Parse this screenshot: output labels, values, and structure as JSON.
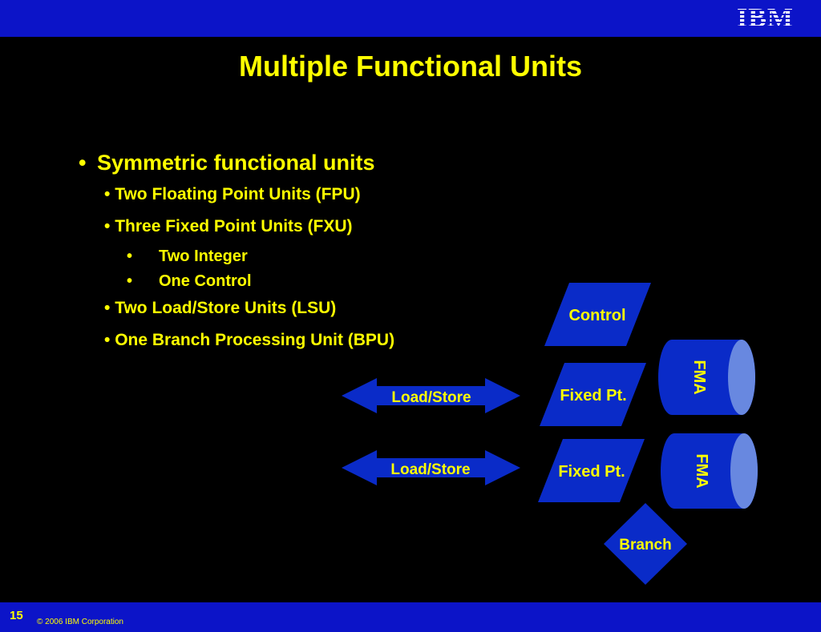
{
  "header": {
    "logo": "IBM"
  },
  "slide": {
    "title": "Multiple Functional Units",
    "bullets": {
      "main": "Symmetric functional units",
      "fpu": "Two Floating Point Units (FPU)",
      "fxu": "Three Fixed Point Units (FXU)",
      "fxu_integer": "Two Integer",
      "fxu_control": "One Control",
      "lsu": "Two Load/Store Units (LSU)",
      "bpu": "One Branch Processing Unit (BPU)"
    },
    "bullet_glyph": "•"
  },
  "diagram": {
    "control": "Control",
    "fixed_pt_1": "Fixed Pt.",
    "fixed_pt_2": "Fixed Pt.",
    "load_store_1": "Load/Store",
    "load_store_2": "Load/Store",
    "fma_1": "FMA",
    "fma_2": "FMA",
    "branch": "Branch"
  },
  "footer": {
    "page_number": "15",
    "copyright": "© 2006  IBM Corporation"
  },
  "colors": {
    "bar_blue": "#0c14c8",
    "shape_fill": "#0a2bc8",
    "cylinder_end": "#6888e0",
    "text_yellow": "#ffff00",
    "text_white": "#ffffff"
  }
}
